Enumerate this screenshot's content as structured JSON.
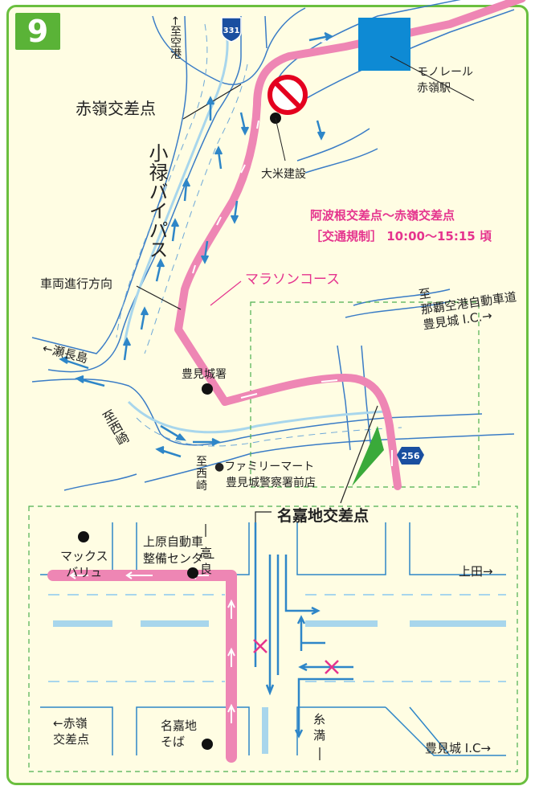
{
  "section_number": "9",
  "route_signs": {
    "route_331": "331",
    "route_256": "256"
  },
  "labels": {
    "to_airport": "←至空港",
    "akamine_intersection": "赤嶺交差点",
    "monorail_station": "モノレール\n赤嶺駅",
    "daiyone": "大米建設",
    "oroku_bypass": "小禄バイパス",
    "restriction_title": "阿波根交差点～赤嶺交差点",
    "restriction_time": "［交通規制］ 10:00～15:15 頃",
    "vehicle_direction": "車両進行方向",
    "marathon_course": "マラソンコース",
    "to_expressway": "至\n那覇空港自動車道\n豊見城 I.C.→",
    "to_senagajima": "←瀬長島",
    "tomigusuku_police": "豊見城署",
    "to_nishizaki_left": "至西崎",
    "to_nishizaki_bottom": "至\n西\n崎",
    "familymart": "●ファミリーマート\n　豊見城警察署前店",
    "nakachi_intersection": "名嘉地交差点",
    "max_bariyu": "マックス\nバリュ",
    "uehara_auto": "上原自動車\n整備センター",
    "to_takara": "高\n良",
    "to_ueda": "上田→",
    "to_akamine_intersection": "←赤嶺\n交差点",
    "nakachi_soba": "名嘉地\nそば",
    "itoman": "糸\n満",
    "tomigusuku_ic": "豊見城 I.C→"
  },
  "colors": {
    "frame_border": "#6abf3f",
    "badge": "#5ab337",
    "background": "#fffde3",
    "road_blue": "#2e86c8",
    "road_light": "#a8d6ec",
    "course_pink": "#ee86b4",
    "magenta": "#e5348e",
    "station_blue": "#0e8ad4",
    "no_entry_red": "#e4001f",
    "inset_green": "#4caf50"
  },
  "icons": [
    "no-entry-sign-icon",
    "route-shield-icon",
    "landmark-dot-icon",
    "direction-arrow-icon",
    "no-turn-cross-icon",
    "course-arrow-icon"
  ]
}
